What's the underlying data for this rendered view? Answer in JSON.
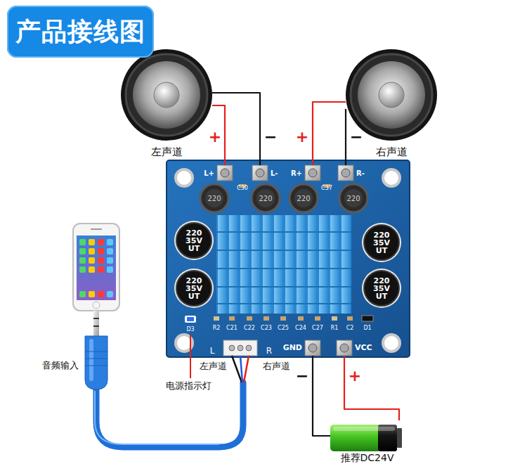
{
  "diagram": {
    "title": "产品接线图",
    "nodes": [
      {
        "text": [
          "左声道"
        ]
      },
      {
        "text": [
          "右声道"
        ]
      },
      {
        "text": [
          "L+"
        ]
      },
      {
        "text": [
          "L-"
        ]
      },
      {
        "text": [
          "R+"
        ]
      },
      {
        "text": [
          "R-"
        ]
      },
      {
        "text": [
          "GND"
        ]
      },
      {
        "text": [
          "VCC"
        ]
      },
      {
        "text": [
          "推荐DC24V"
        ]
      }
    ],
    "edges": [
      {
        "from": 0,
        "to": 2,
        "label": "+",
        "arrow": "none"
      },
      {
        "from": 0,
        "to": 3,
        "label": "−",
        "arrow": "none"
      },
      {
        "from": 1,
        "to": 4,
        "label": "+",
        "arrow": "none"
      },
      {
        "from": 1,
        "to": 5,
        "label": "−",
        "arrow": "none"
      },
      {
        "from": 6,
        "to": 8,
        "label": "−",
        "arrow": "none"
      },
      {
        "from": 7,
        "to": 8,
        "label": "+",
        "arrow": "none"
      }
    ],
    "labels": [
      "C30",
      "C37",
      "220",
      "220",
      "220",
      "220",
      "220 35V UT",
      "220 35V UT",
      "220 35V UT",
      "220 35V UT",
      "R2",
      "C21",
      "C22",
      "C23",
      "C25",
      "C24",
      "C27",
      "R1",
      "C2",
      "D1",
      "D3",
      "L",
      "R",
      "音频输入",
      "左声道",
      "右声道",
      "电源指示灯"
    ]
  }
}
